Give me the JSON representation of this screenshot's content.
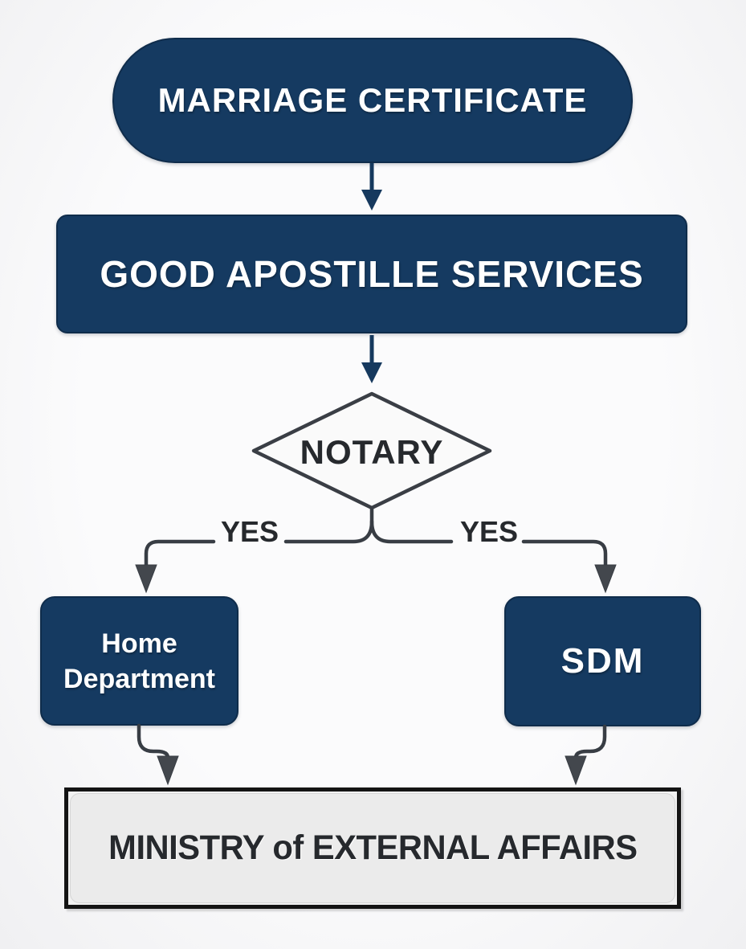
{
  "colors": {
    "canvas-bg": "#f6f6f7",
    "node-navy": "#153a61",
    "node-navy-border": "#0f2c4b",
    "node-text-white": "#ffffff",
    "connector-navy": "#16395e",
    "connector-charcoal": "#383d44",
    "arrowhead-charcoal": "#43474d",
    "diamond-fill": "#fafafa",
    "diamond-stroke": "#3a3e45",
    "label-dark": "#26292d",
    "ministry-fill": "#ebebeb",
    "ministry-border": "#141414"
  },
  "diagram": {
    "nodes": [
      {
        "id": "marriage-certificate",
        "shape": "stadium",
        "label": "MARRIAGE CERTIFICATE"
      },
      {
        "id": "good-apostille-services",
        "shape": "rounded-rectangle",
        "label": "GOOD APOSTILLE SERVICES"
      },
      {
        "id": "notary",
        "shape": "decision-diamond",
        "label": "NOTARY"
      },
      {
        "id": "home-department",
        "shape": "rounded-rectangle",
        "label_line_1": "Home",
        "label_line_2": "Department"
      },
      {
        "id": "sdm",
        "shape": "rounded-rectangle",
        "label": "SDM"
      },
      {
        "id": "ministry-of-external-affairs",
        "shape": "bordered-rectangle",
        "label": "MINISTRY of EXTERNAL AFFAIRS"
      }
    ],
    "edges": [
      {
        "from": "marriage-certificate",
        "to": "good-apostille-services",
        "label": ""
      },
      {
        "from": "good-apostille-services",
        "to": "notary",
        "label": ""
      },
      {
        "from": "notary",
        "to": "home-department",
        "label": "YES"
      },
      {
        "from": "notary",
        "to": "sdm",
        "label": "YES"
      },
      {
        "from": "home-department",
        "to": "ministry-of-external-affairs",
        "label": ""
      },
      {
        "from": "sdm",
        "to": "ministry-of-external-affairs",
        "label": ""
      }
    ]
  }
}
